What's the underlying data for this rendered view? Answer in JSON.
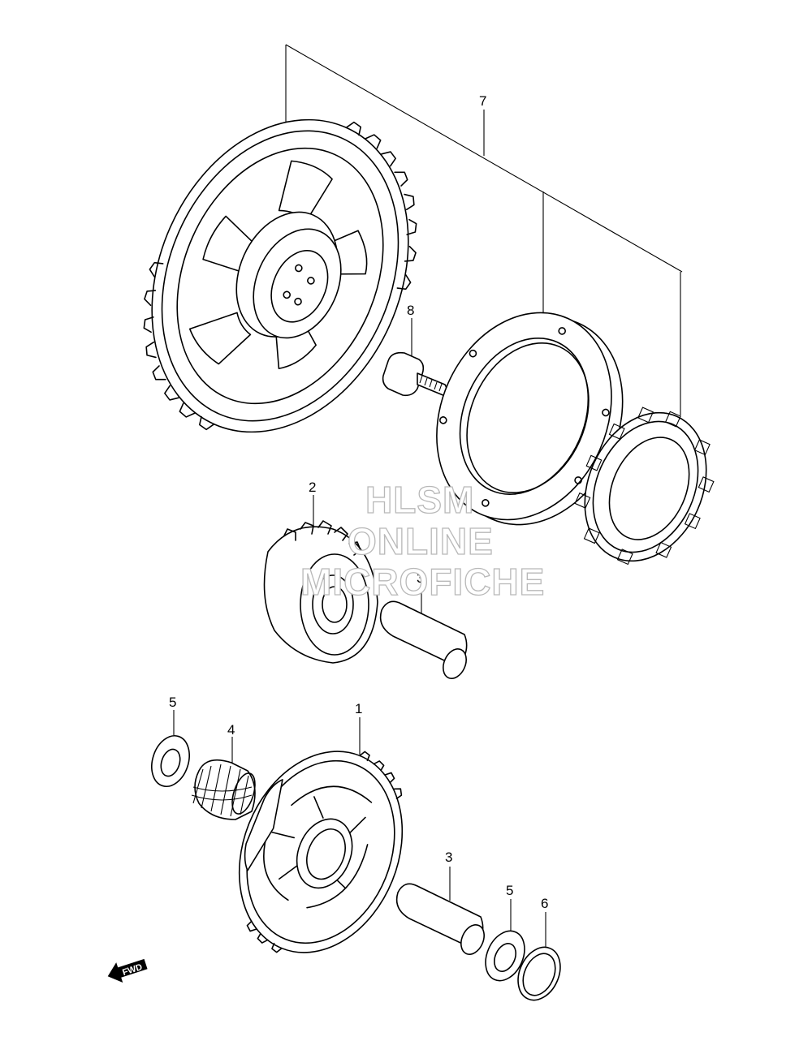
{
  "callouts": {
    "c1": "1",
    "c2": "2",
    "c3a": "3",
    "c3b": "3",
    "c4": "4",
    "c5a": "5",
    "c5b": "5",
    "c6": "6",
    "c7": "7",
    "c8": "8"
  },
  "watermark": {
    "line1": "HLSM",
    "line2": "ONLINE",
    "line3": "MICROFICHE"
  },
  "direction_marker": {
    "label": "FWD"
  }
}
